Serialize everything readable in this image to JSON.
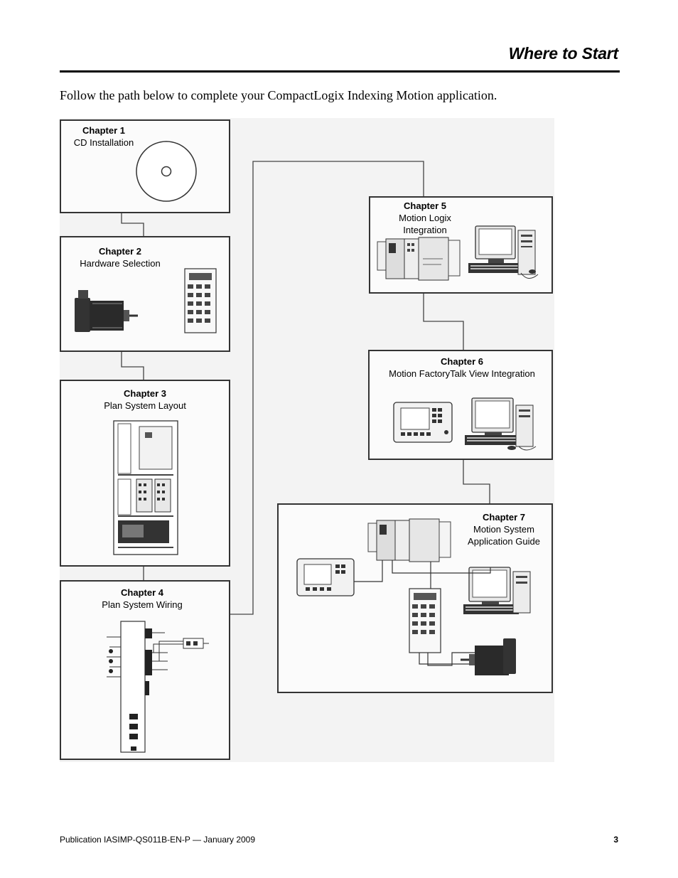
{
  "header": {
    "title": "Where to Start"
  },
  "intro": "Follow the path below to complete your CompactLogix Indexing Motion application.",
  "chapters": [
    {
      "number": "Chapter 1",
      "title": "CD Installation"
    },
    {
      "number": "Chapter 2",
      "title": "Hardware Selection"
    },
    {
      "number": "Chapter 3",
      "title": "Plan System Layout"
    },
    {
      "number": "Chapter 4",
      "title": "Plan System Wiring"
    },
    {
      "number": "Chapter 5",
      "title_line1": "Motion Logix",
      "title_line2": "Integration"
    },
    {
      "number": "Chapter 6",
      "title": "Motion FactoryTalk View Integration"
    },
    {
      "number": "Chapter 7",
      "title_line1": "Motion System",
      "title_line2": "Application Guide"
    }
  ],
  "footer": {
    "publication": "Publication IASIMP-QS011B-EN-P — January 2009",
    "page_number": "3"
  },
  "icons": [
    "cd-disc-icon",
    "servo-motor-icon",
    "servo-drive-icon",
    "panel-layout-icon",
    "wiring-diagram-icon",
    "controller-rack-icon",
    "desktop-computer-icon",
    "hmi-terminal-icon"
  ]
}
